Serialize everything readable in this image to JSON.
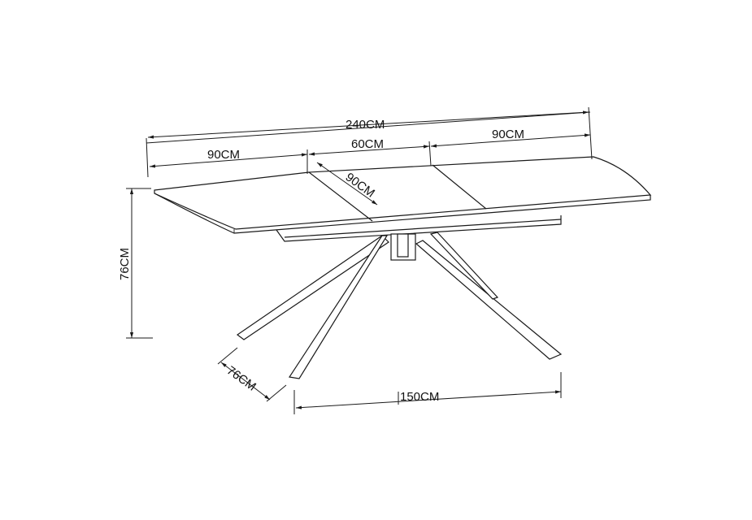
{
  "dimensions": {
    "total_length": "240CM",
    "left_leaf": "90CM",
    "middle_leaf": "60CM",
    "right_leaf": "90CM",
    "depth": "90CM",
    "height": "76CM",
    "leg_depth": "76CM",
    "leg_width": "150CM"
  }
}
